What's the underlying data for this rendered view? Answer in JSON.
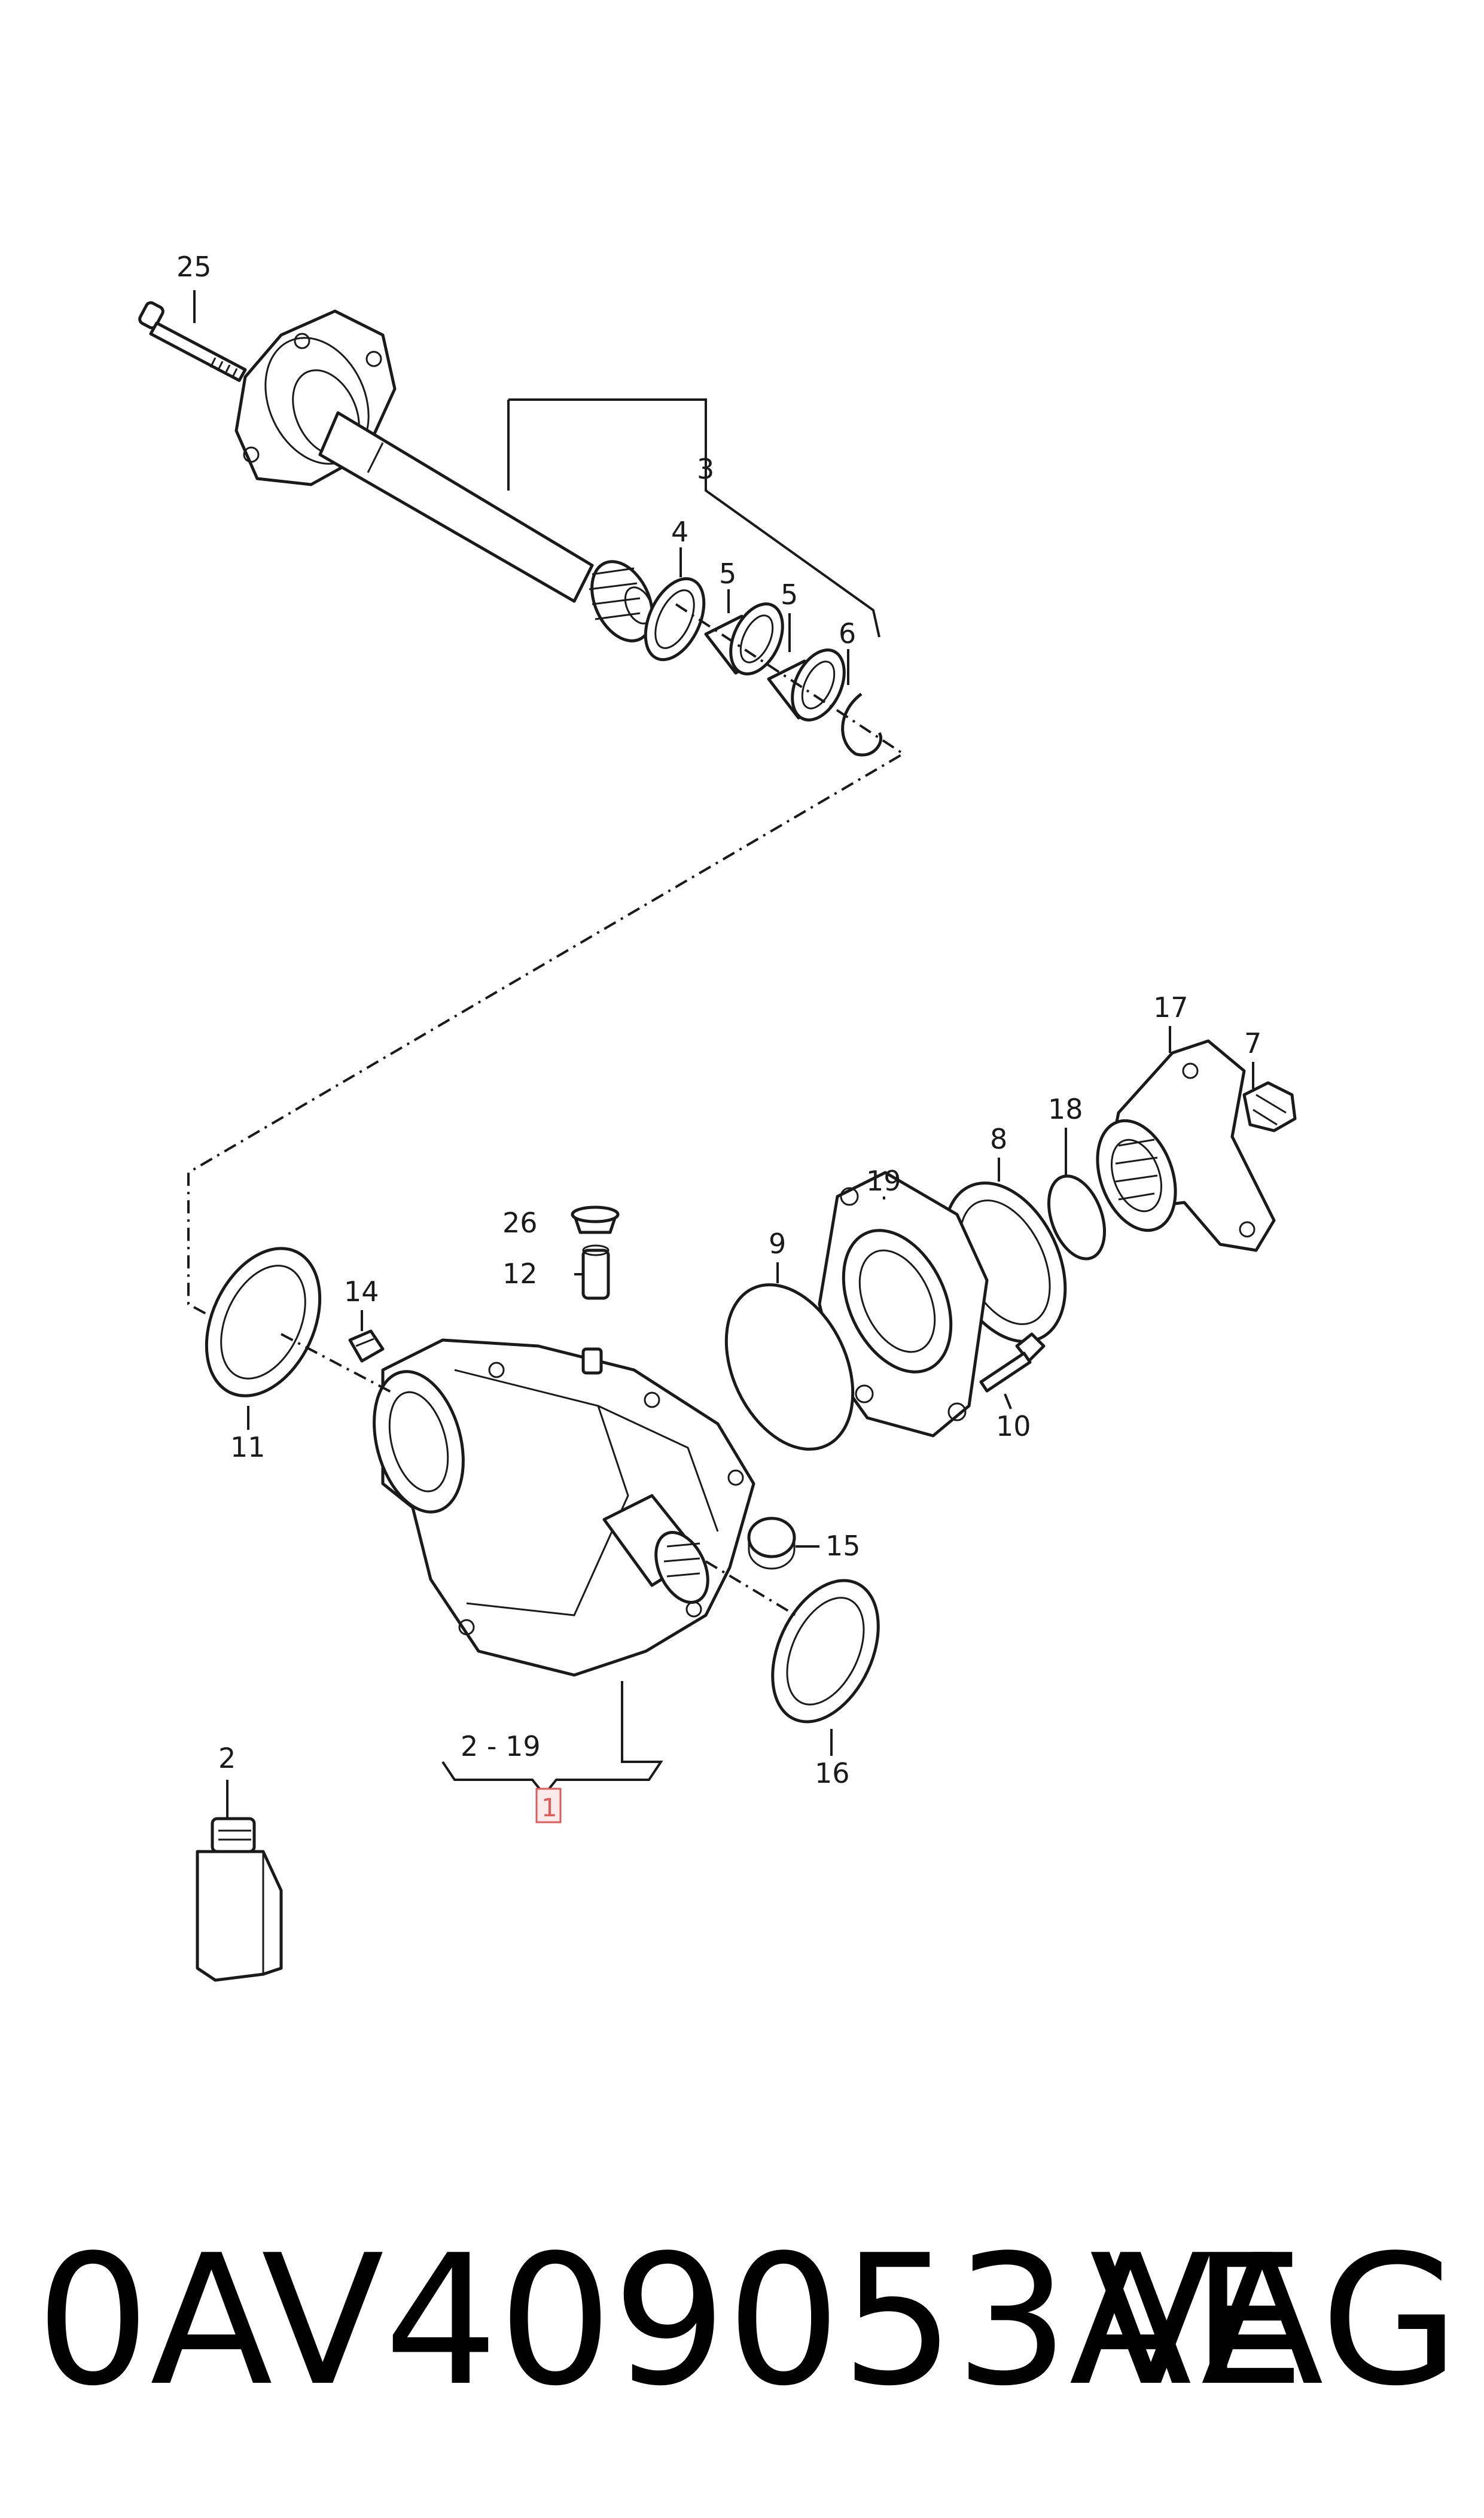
{
  "labels": {
    "l25": "25",
    "l3": "3",
    "l4": "4",
    "l5a": "5",
    "l5b": "5",
    "l6": "6",
    "l17": "17",
    "l7": "7",
    "l18": "18",
    "l8": "8",
    "l19": "19",
    "l9": "9",
    "l26": "26",
    "l12": "12",
    "l14": "14",
    "l11": "11",
    "l10": "10",
    "l15": "15",
    "l16": "16",
    "l219": "2 - 19",
    "l1": "1",
    "l2": "2"
  },
  "footer": {
    "part_number": "0AV409053AE",
    "brand": "VAG"
  },
  "colors": {
    "line": "#1a1a1a",
    "highlight": "#e05a5a",
    "background": "#ffffff"
  }
}
